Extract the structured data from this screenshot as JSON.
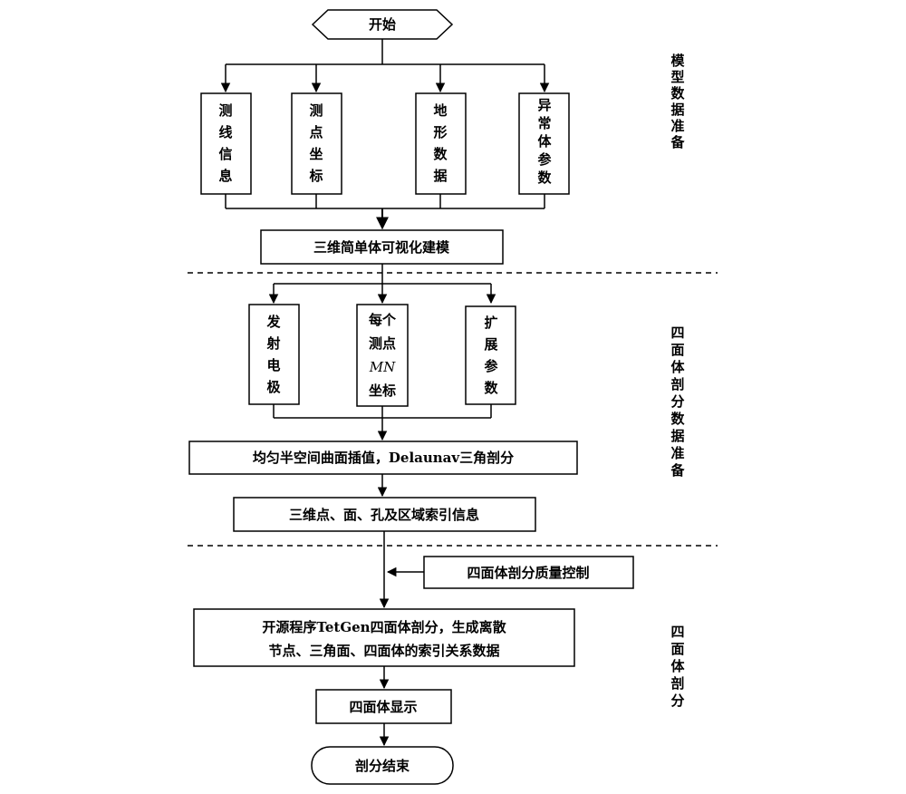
{
  "nodes": {
    "start": "开始",
    "line_info": [
      "测",
      "线",
      "信",
      "息"
    ],
    "point_coords": [
      "测",
      "点",
      "坐",
      "标"
    ],
    "terrain": [
      "地",
      "形",
      "数",
      "据"
    ],
    "anomaly": [
      "异",
      "常",
      "体",
      "参",
      "数"
    ],
    "modeling": "三维简单体可视化建模",
    "electrode": [
      "发",
      "射",
      "电",
      "极"
    ],
    "mn_each": "每个",
    "mn_point": "测点",
    "mn_label": "MN",
    "mn_coord": "坐标",
    "ext_params": [
      "扩",
      "展",
      "参",
      "数"
    ],
    "interp": "均匀半空间曲面插值，Delaunav三角剖分",
    "index_info": "三维点、面、孔及区域索引信息",
    "quality": "四面体剖分质量控制",
    "tetgen_line1": "开源程序TetGen四面体剖分，生成离散",
    "tetgen_line2": "节点、三角面、四面体的索引关系数据",
    "display": "四面体显示",
    "end": "剖分结束"
  },
  "stages": {
    "stage1": [
      "模",
      "型",
      "数",
      "据",
      "准",
      "备"
    ],
    "stage2": [
      "四",
      "面",
      "体",
      "剖",
      "分",
      "数",
      "据",
      "准",
      "备"
    ],
    "stage3": [
      "四",
      "面",
      "体",
      "剖",
      "分"
    ]
  }
}
